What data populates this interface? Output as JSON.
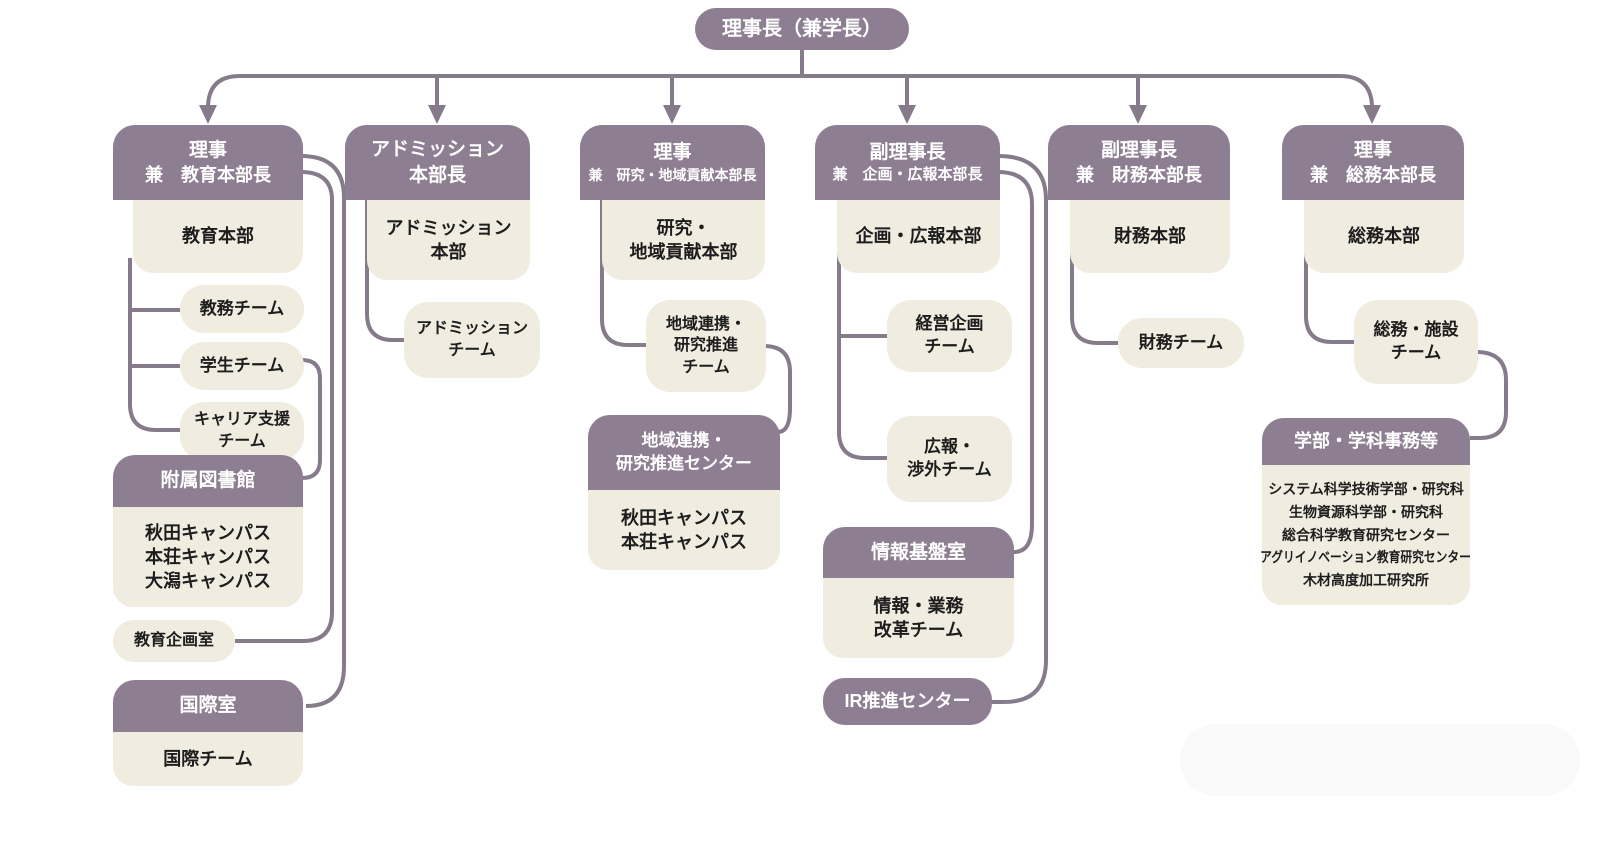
{
  "colors": {
    "header_purple": "#8d7e91",
    "box_cream": "#f0ecdf",
    "line_purple": "#867b8a",
    "header_text": "#ffffff",
    "body_text": "#1d1d1d"
  },
  "root": {
    "label": "理事長（兼学長）"
  },
  "columns": {
    "col1": {
      "header": {
        "line1": "理事",
        "line2": "兼　教育本部長"
      },
      "division": "教育本部",
      "team_academic": "教務チーム",
      "team_student": "学生チーム",
      "team_career": "キャリア支援\nチーム",
      "library": {
        "title": "附属図書館",
        "campuses": "秋田キャンパス\n本荘キャンパス\n大潟キャンパス"
      },
      "planning_office": "教育企画室",
      "international": {
        "title": "国際室",
        "team": "国際チーム"
      }
    },
    "col2": {
      "header": {
        "line1": "アドミッション",
        "line2": "本部長"
      },
      "division": "アドミッション\n本部",
      "team_admission": "アドミッション\nチーム"
    },
    "col3": {
      "header": {
        "line1": "理事",
        "line2": "兼　研究・地域貢献本部長"
      },
      "division": "研究・\n地域貢献本部",
      "team_regional": "地域連携・\n研究推進\nチーム",
      "center": {
        "title": "地域連携・\n研究推進センター",
        "campuses": "秋田キャンパス\n本荘キャンパス"
      }
    },
    "col4": {
      "header": {
        "line1": "副理事長",
        "line2": "兼　企画・広報本部長"
      },
      "division": "企画・広報本部",
      "team_management": "経営企画\nチーム",
      "team_pr": "広報・\n渉外チーム",
      "info_room": {
        "title": "情報基盤室",
        "team": "情報・業務\n改革チーム"
      },
      "ir_center": "IR推進センター"
    },
    "col5": {
      "header": {
        "line1": "副理事長",
        "line2": "兼　財務本部長"
      },
      "division": "財務本部",
      "team_finance": "財務チーム"
    },
    "col6": {
      "header": {
        "line1": "理事",
        "line2": "兼　総務本部長"
      },
      "division": "総務本部",
      "team_general": "総務・施設\nチーム",
      "departments": {
        "title": "学部・学科事務等",
        "items": [
          "システム科学技術学部・研究科",
          "生物資源科学部・研究科",
          "総合科学教育研究センター",
          "アグリイノベーション教育研究センター",
          "木材高度加工研究所"
        ]
      }
    }
  }
}
